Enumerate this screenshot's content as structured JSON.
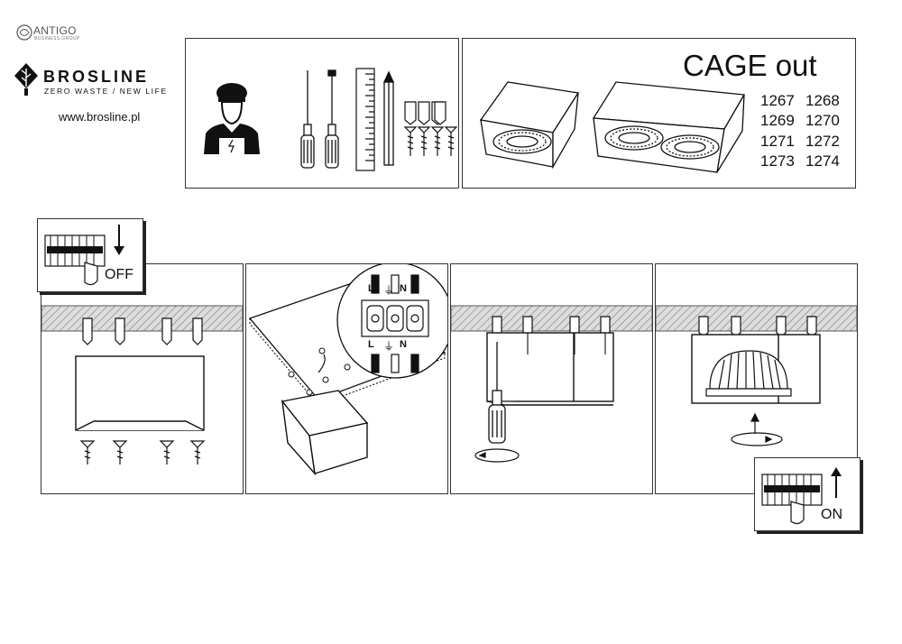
{
  "brand": {
    "antigo_name": "ANTIGO",
    "antigo_sub": "BUSINESS GROUP",
    "brosline_name": "BROSLINE",
    "brosline_tagline": "ZERO WASTE / NEW LIFE",
    "website": "www.brosline.pl"
  },
  "product": {
    "title": "CAGE out",
    "codes": [
      [
        "1267",
        "1268"
      ],
      [
        "1269",
        "1270"
      ],
      [
        "1271",
        "1272"
      ],
      [
        "1273",
        "1274"
      ]
    ]
  },
  "steps": {
    "power_off_label": "OFF",
    "power_on_label": "ON",
    "terminal_top_labels": [
      "L",
      "⏚",
      "N"
    ],
    "terminal_bottom_labels": [
      "L",
      "⏚",
      "N"
    ]
  },
  "colors": {
    "line": "#333333",
    "hatch": "#999999",
    "paper": "#ffffff"
  }
}
